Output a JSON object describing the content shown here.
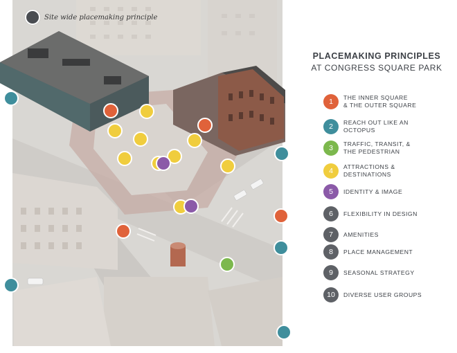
{
  "legend": {
    "site_wide_label": "Site wide placemaking principle",
    "site_wide_color": "#4a4d52"
  },
  "title": {
    "line1": "PLACEMAKING PRINCIPLES",
    "line2": "AT CONGRESS SQUARE PARK"
  },
  "principles": [
    {
      "num": "1",
      "label": "The Inner Square\n& The Outer Square",
      "color": "#e0623a"
    },
    {
      "num": "2",
      "label": "Reach out like an\nOctopus",
      "color": "#3f8e9c"
    },
    {
      "num": "3",
      "label": "Traffic, Transit, &\nThe Pedestrian",
      "color": "#7cb84d"
    },
    {
      "num": "4",
      "label": "Attractions &\nDestinations",
      "color": "#f0cd3e"
    },
    {
      "num": "5",
      "label": "Identity & Image",
      "color": "#8b5aa8"
    },
    {
      "num": "6",
      "label": "Flexibility in Design",
      "color": "#5e6166"
    },
    {
      "num": "7",
      "label": "Amenities",
      "color": "#5e6166"
    },
    {
      "num": "8",
      "label": "Place Management",
      "color": "#5e6166"
    },
    {
      "num": "9",
      "label": "Seasonal Strategy",
      "color": "#5e6166"
    },
    {
      "num": "10",
      "label": "Diverse User Groups",
      "color": "#5e6166"
    }
  ],
  "map_markers": [
    {
      "principle": "1"
    },
    {
      "principle": "1"
    },
    {
      "principle": "1"
    },
    {
      "principle": "1"
    },
    {
      "principle": "2"
    },
    {
      "principle": "2"
    },
    {
      "principle": "2"
    },
    {
      "principle": "2"
    },
    {
      "principle": "2"
    },
    {
      "principle": "3"
    },
    {
      "principle": "4"
    },
    {
      "principle": "4"
    },
    {
      "principle": "4"
    },
    {
      "principle": "4"
    },
    {
      "principle": "4"
    },
    {
      "principle": "4"
    },
    {
      "principle": "4"
    },
    {
      "principle": "4"
    },
    {
      "principle": "4"
    },
    {
      "principle": "5"
    },
    {
      "principle": "5"
    }
  ]
}
